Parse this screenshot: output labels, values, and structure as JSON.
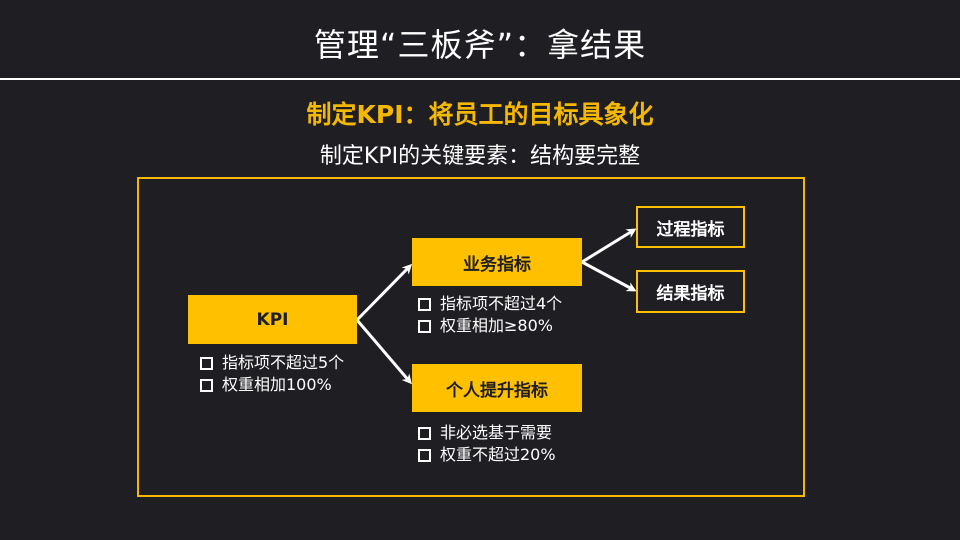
{
  "title": "管理“三板斧”：拿结果",
  "subtitle": "制定KPI：将员工的目标具象化",
  "subtitle2": "制定KPI的关键要素：结构要完整",
  "nodes": {
    "kpi": {
      "label": "KPI",
      "notes": [
        "指标项不超过5个",
        "权重相加100%"
      ]
    },
    "business": {
      "label": "业务指标",
      "notes": [
        "指标项不超过4个",
        "权重相加≥80%"
      ]
    },
    "personal": {
      "label": "个人提升指标",
      "notes": [
        "非必选基于需要",
        "权重不超过20%"
      ]
    },
    "process": {
      "label": "过程指标"
    },
    "result": {
      "label": "结果指标"
    }
  },
  "colors": {
    "accent": "#ffc000",
    "background": "#1e1e23",
    "text": "#ffffff"
  }
}
